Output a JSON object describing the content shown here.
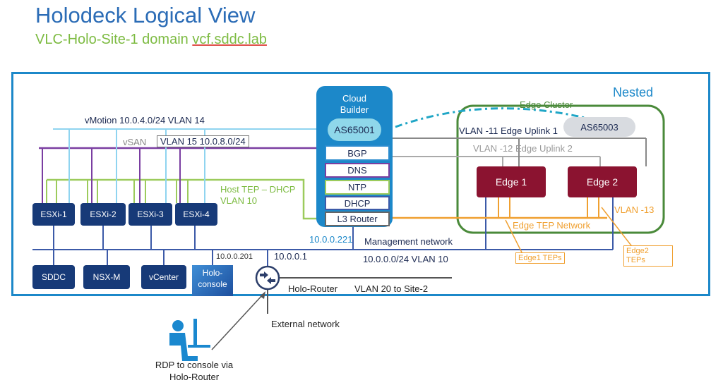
{
  "header": {
    "title": "Holodeck Logical View",
    "subtitle_prefix": "VLC-Holo-Site-1 domain ",
    "subtitle_link": "vcf.sddc.lab"
  },
  "nested_label": "Nested",
  "cloud_builder": {
    "title_line1": "Cloud",
    "title_line2": "Builder",
    "as_number": "AS65001",
    "services": [
      "BGP",
      "DNS",
      "NTP",
      "DHCP",
      "L3 Router"
    ],
    "ip": "10.0.0.221"
  },
  "networks": {
    "vmotion": "vMotion 10.0.4.0/24 VLAN 14",
    "vsan_label": "vSAN",
    "vsan_vlan": "VLAN 15  10.0.8.0/24",
    "host_tep_line1": "Host TEP – DHCP",
    "host_tep_line2": "VLAN 10",
    "management": "Management network",
    "management_subnet": "10.0.0.0/24 VLAN 10",
    "vlan20": "VLAN 20 to Site-2",
    "external": "External network"
  },
  "hosts": [
    "ESXi-1",
    "ESXi-2",
    "ESXi-3",
    "ESXi-4"
  ],
  "mgmt_vms": [
    "SDDC",
    "NSX-M",
    "vCenter"
  ],
  "holo_console": {
    "line1": "Holo-",
    "line2": "console",
    "ip": "10.0.0.201"
  },
  "router": {
    "ip": "10.0.0.1",
    "label": "Holo-Router"
  },
  "edge_cluster": {
    "label": "Edge Cluster",
    "as_number": "AS65003",
    "uplink1": "VLAN -11 Edge Uplink 1",
    "uplink2": "VLAN -12 Edge Uplink 2",
    "edges": [
      "Edge 1",
      "Edge 2"
    ],
    "vlan13": "VLAN -13",
    "tep_network": "Edge TEP Network",
    "edge1_teps": "Edge1 TEPs",
    "edge2_teps_line1": "Edge2",
    "edge2_teps_line2": "TEPs"
  },
  "rdp": {
    "line1": "RDP to console via",
    "line2": "Holo-Router"
  },
  "colors": {
    "title": "#2b6cb6",
    "subtitle": "#7dbb42",
    "frame": "#1c88c9",
    "vmotion": "#8fd4f0",
    "vsan": "#7a3ea1",
    "host_tep": "#9ccb5c",
    "management": "#3c5aa8",
    "edge_cluster": "#4a8a3a",
    "edge": "#8b1330",
    "tep": "#f0a030",
    "host": "#173a78",
    "dashed_link": "#20a6c6"
  }
}
